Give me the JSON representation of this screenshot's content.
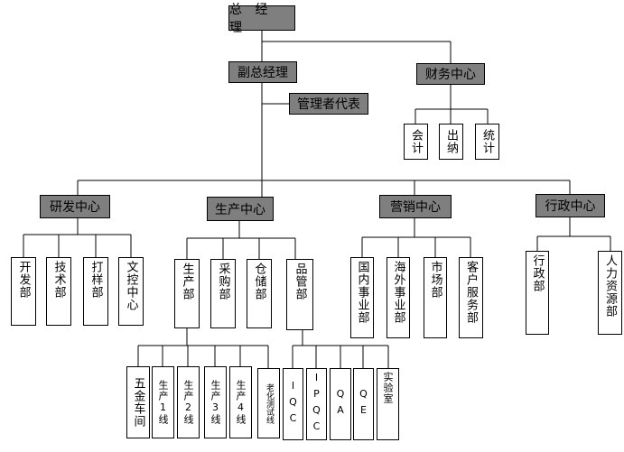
{
  "org": {
    "gm": "总 经 理",
    "vice_gm": "副总经理",
    "mgmt_rep": "管理者代表",
    "finance": {
      "name": "财务中心",
      "units": [
        "会计",
        "出纳",
        "统计"
      ]
    },
    "rd": {
      "name": "研发中心",
      "units": [
        "开发部",
        "技术部",
        "打样部",
        "文控中心"
      ]
    },
    "production": {
      "name": "生产中心",
      "units": [
        "生产部",
        "采购部",
        "仓储部",
        "品管部"
      ],
      "lines": [
        "五金车间",
        "生产1线",
        "生产2线",
        "生产3线",
        "生产4线",
        "老化测试线"
      ],
      "quality": [
        "IQC",
        "IPQC",
        "QA",
        "QE",
        "实验室"
      ]
    },
    "marketing": {
      "name": "营销中心",
      "units": [
        "国内事业部",
        "海外事业部",
        "市场部",
        "客户服务部"
      ]
    },
    "admin": {
      "name": "行政中心",
      "units": [
        "行政部",
        "人力资源部"
      ]
    }
  }
}
